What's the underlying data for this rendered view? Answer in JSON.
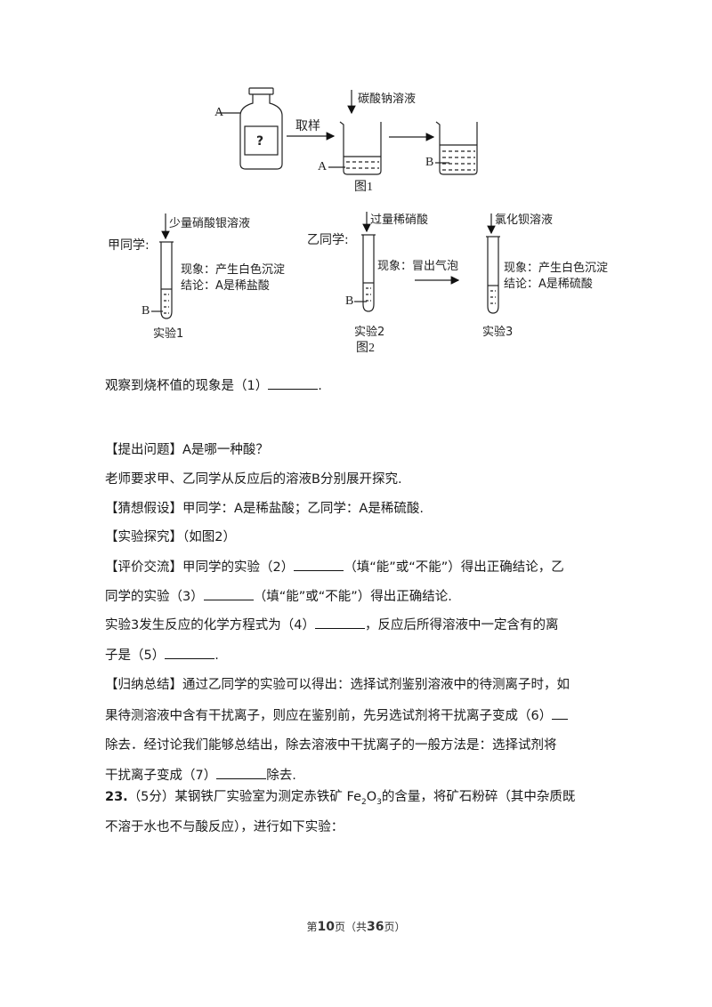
{
  "figure1": {
    "caption": "图1",
    "bottle_label": "A",
    "bottle_mark": "?",
    "arrow_label": "取样",
    "reagent_label": "碳酸钠溶液",
    "beaker1_label": "A",
    "beaker2_label": "B"
  },
  "figure2": {
    "caption": "图2",
    "exp1": {
      "student": "甲同学:",
      "reagent": "少量硝酸银溶液",
      "tube_label": "B",
      "phenomenon": "现象：产生白色沉淀",
      "conclusion": "结论：A是稀盐酸",
      "caption": "实验1"
    },
    "exp2": {
      "student": "乙同学:",
      "reagent": "过量稀硝酸",
      "tube_label": "B",
      "phenomenon": "现象：冒出气泡",
      "caption": "实验2"
    },
    "exp3": {
      "reagent": "氯化钡溶液",
      "phenomenon": "现象：产生白色沉淀",
      "conclusion": "结论：A是稀硫酸",
      "caption": "实验3"
    }
  },
  "body": {
    "q1": "观察到烧杯值的现象是（1）",
    "q1_end": ".",
    "problem": "【提出问题】A是哪一种酸？",
    "teacher": "老师要求甲、乙同学从反应后的溶液B分别展开探究.",
    "hypothesis": "【猜想假设】甲同学：A是稀盐酸；乙同学：A是稀硫酸.",
    "explore": "【实验探究】（如图2）",
    "eval_a": "【评价交流】甲同学的实验（2）",
    "eval_b": "（填“能”或“不能”）得出正确结论，乙",
    "eval_c": "同学的实验（3）",
    "eval_d": "（填“能”或“不能”）得出正确结论.",
    "eq_a": "实验3发生反应的化学方程式为（4）",
    "eq_b": "，反应后所得溶液中一定含有的离",
    "ion_a": "子是（5）",
    "ion_b": ".",
    "sum1": "【归纳总结】通过乙同学的实验可以得出：选择试剂鉴别溶液中的待测离子时，如",
    "sum2": "果待测溶液中含有干扰离子，则应在鉴别前，先另选试剂将干扰离子变成（6）",
    "sum3": "除去．经讨论我们能够总结出，除去溶液中干扰离子的一般方法是：选择试剂将",
    "sum4a": "干扰离子变成（7）",
    "sum4b": "除去.",
    "q23_num": "23.",
    "q23_a": "（5分）某钢铁厂实验室为测定赤铁矿 Fe",
    "q23_sub1": "2",
    "q23_b": "O",
    "q23_sub2": "3",
    "q23_c": "的含量，将矿石粉碎（其中杂质既",
    "q23_line2": "不溶于水也不与酸反应），进行如下实验："
  },
  "footer": {
    "pre": "第",
    "page": "10",
    "mid": "页（共",
    "total": "36",
    "post": "页）"
  }
}
